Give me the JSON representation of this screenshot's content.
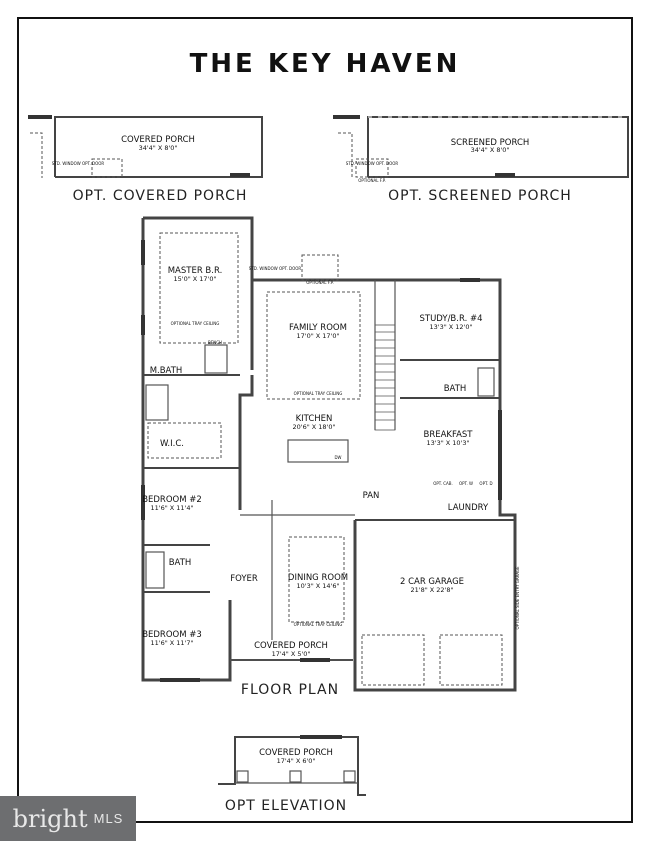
{
  "title": "THE KEY HAVEN",
  "options": {
    "covered_porch": {
      "name": "COVERED PORCH",
      "dims": "34'4\" X 8'0\"",
      "caption": "OPT. COVERED PORCH",
      "note": "STD. WINDOW OPT. DOOR"
    },
    "screened_porch": {
      "name": "SCREENED PORCH",
      "dims": "34'4\" X 8'0\"",
      "caption": "OPT. SCREENED PORCH",
      "note": "STD. WINDOW OPT. DOOR",
      "fp": "OPTIONAL F.P."
    }
  },
  "rooms": [
    {
      "name": "MASTER B.R.",
      "dims": "15'0\" X 17'0\"",
      "note": "OPTIONAL TRAY CEILING"
    },
    {
      "name": "FAMILY ROOM",
      "dims": "17'0\" X 17'0\"",
      "note": "OPTIONAL TRAY CEILING"
    },
    {
      "name": "STUDY/B.R. #4",
      "dims": "13'3\" X 12'0\""
    },
    {
      "name": "KITCHEN",
      "dims": "20'6\" X 18'0\""
    },
    {
      "name": "BREAKFAST",
      "dims": "13'3\" X 10'3\""
    },
    {
      "name": "BEDROOM #2",
      "dims": "11'6\" X 11'4\""
    },
    {
      "name": "DINING ROOM",
      "dims": "10'3\" X 14'6\"",
      "note": "OPTIONAL TRAY CEILING"
    },
    {
      "name": "2 CAR GARAGE",
      "dims": "21'8\" X 22'8\"",
      "note": "OPTIONAL SIDE ENTRY GARAGE"
    },
    {
      "name": "BEDROOM #3",
      "dims": "11'6\" X 11'7\""
    },
    {
      "name": "COVERED PORCH",
      "dims": "17'4\" X 5'0\""
    }
  ],
  "small_labels": {
    "mbath": "M.BATH",
    "wic": "W.I.C.",
    "bench": "BENCH",
    "bath_right": "BATH",
    "bath_left": "BATH",
    "foyer": "FOYER",
    "pan": "PAN",
    "laundry": "LAUNDRY",
    "dw": "DW",
    "fp": "OPTIONAL F.P.",
    "std_window": "STD. WINDOW OPT. DOOR",
    "opt_cab": "OPT. CAB.",
    "opt_wd": "OPT. W",
    "opt_d": "OPT. D"
  },
  "floor_plan_caption": "FLOOR PLAN",
  "elevation": {
    "name": "COVERED PORCH",
    "dims": "17'4\" X 6'0\"",
    "caption": "OPT ELEVATION"
  },
  "watermark": {
    "brand": "bright",
    "suffix": "MLS"
  }
}
